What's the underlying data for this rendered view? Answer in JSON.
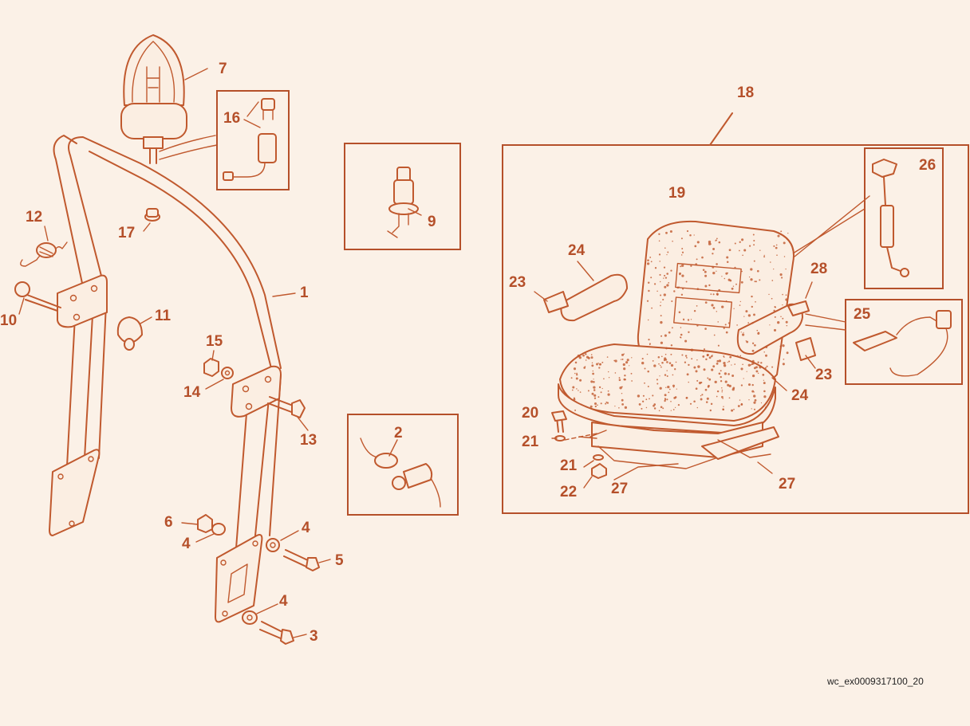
{
  "diagram": {
    "reference_code": "wc_ex0009317100_20",
    "callouts": {
      "c1": "1",
      "c2": "2",
      "c3": "3",
      "c4a": "4",
      "c4b": "4",
      "c4c": "4",
      "c5": "5",
      "c6": "6",
      "c7": "7",
      "c9": "9",
      "c10": "10",
      "c11": "11",
      "c12": "12",
      "c13": "13",
      "c14": "14",
      "c15": "15",
      "c16": "16",
      "c17": "17",
      "c18": "18",
      "c19": "19",
      "c20": "20",
      "c21a": "21",
      "c21b": "21",
      "c22": "22",
      "c23a": "23",
      "c23b": "23",
      "c24a": "24",
      "c24b": "24",
      "c25": "25",
      "c26": "26",
      "c27a": "27",
      "c27b": "27",
      "c28": "28"
    },
    "colors": {
      "line": "#c0592e",
      "text": "#b5502a",
      "background": "#fbf1e7"
    }
  }
}
